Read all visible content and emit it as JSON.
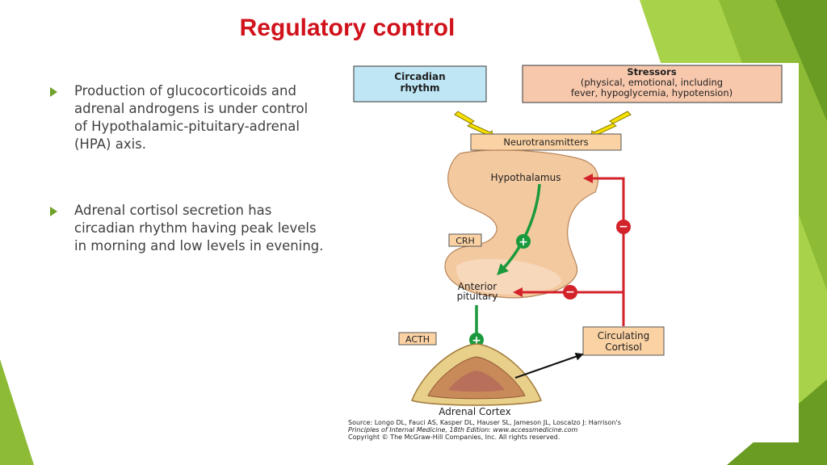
{
  "slide": {
    "title": "Regulatory control",
    "bullets": [
      "Production of glucocorticoids and adrenal androgens is under control of Hypothalamic-pituitary-adrenal (HPA) axis.",
      "Adrenal cortisol secretion has circadian rhythm having peak levels in morning and low levels in evening."
    ]
  },
  "diagram": {
    "circadian": [
      "Circadian",
      "rhythm"
    ],
    "stressors": [
      "Stressors",
      "(physical, emotional, including",
      "fever, hypoglycemia, hypotension)"
    ],
    "neurotransmitters": "Neurotransmitters",
    "hypothalamus": "Hypothalamus",
    "crh": "CRH",
    "anterior_pituitary": [
      "Anterior",
      "pituitary"
    ],
    "acth": "ACTH",
    "circulating_cortisol": [
      "Circulating",
      "Cortisol"
    ],
    "adrenal_cortex": "Adrenal Cortex",
    "plus_sign": "+",
    "minus_sign": "−",
    "source_lines": [
      "Source: Longo DL, Fauci AS, Kasper DL, Hauser SL, Jameson JL, Loscalzo J: Harrison's",
      "Principles of Internal Medicine, 18th Edition: www.accessmedicine.com",
      "Copyright © The McGraw-Hill Companies, Inc. All rights reserved."
    ]
  },
  "colors": {
    "title": "#d0121b",
    "accent_green": "#6fa22a",
    "stimulate_arrow": "#1a9a3c",
    "inhibit_arrow": "#d3222a",
    "circadian_box": "#bfe6f5",
    "stressors_box": "#f8c8ad",
    "label_box": "#fbd2a4",
    "lightning": "#f6e100"
  }
}
